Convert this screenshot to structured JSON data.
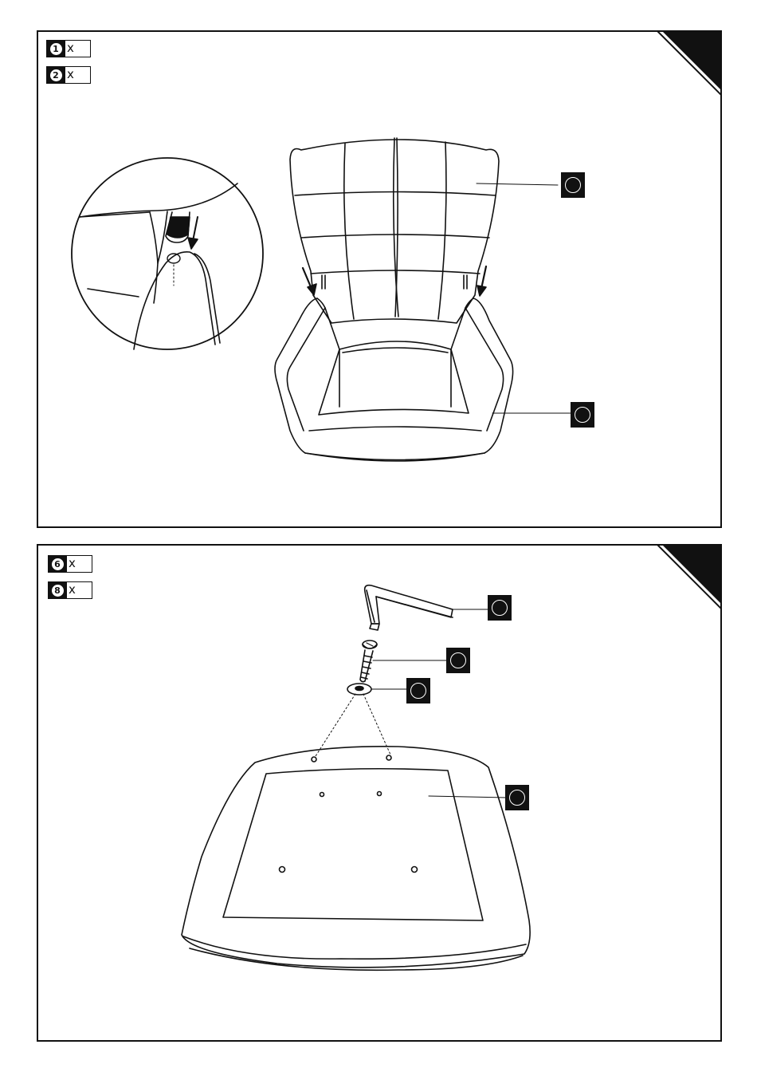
{
  "step1": {
    "parts": [
      {
        "number": "1",
        "qty_label": "x"
      },
      {
        "number": "2",
        "qty_label": "x"
      }
    ]
  },
  "step2": {
    "parts": [
      {
        "number": "6",
        "qty_label": "x"
      },
      {
        "number": "8",
        "qty_label": "x"
      }
    ]
  }
}
